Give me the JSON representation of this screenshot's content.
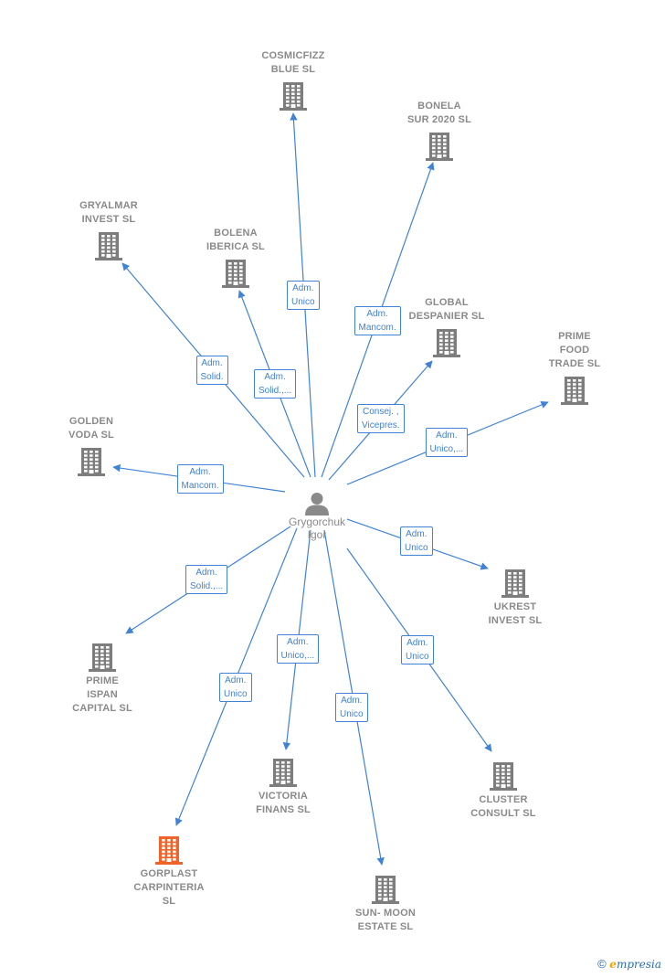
{
  "center": {
    "id": "igor",
    "lines": [
      "Grygorchuk",
      "Igor"
    ],
    "icon": "person-icon",
    "color": "#8a8a8a"
  },
  "colors": {
    "company": "#7d7d7d",
    "highlight": "#f0632a",
    "edge": "#3f82d6"
  },
  "companies": [
    {
      "id": "cosmicfizz",
      "lines": [
        "COSMICFIZZ",
        "BLUE  SL"
      ],
      "icon": "building-icon"
    },
    {
      "id": "bonela",
      "lines": [
        "BONELA",
        "SUR 2020  SL"
      ],
      "icon": "building-icon"
    },
    {
      "id": "gryalmar",
      "lines": [
        "GRYALMAR",
        "INVEST  SL"
      ],
      "icon": "building-icon"
    },
    {
      "id": "bolena",
      "lines": [
        "BOLENA",
        "IBERICA  SL"
      ],
      "icon": "building-icon"
    },
    {
      "id": "global",
      "lines": [
        "GLOBAL",
        "DESPANIER  SL"
      ],
      "icon": "building-icon"
    },
    {
      "id": "prime_food",
      "lines": [
        "PRIME",
        "FOOD",
        "TRADE  SL"
      ],
      "icon": "building-icon"
    },
    {
      "id": "golden",
      "lines": [
        "GOLDEN",
        "VODA  SL"
      ],
      "icon": "building-icon"
    },
    {
      "id": "ukrest",
      "lines": [
        "UKREST",
        "INVEST SL"
      ],
      "icon": "building-icon"
    },
    {
      "id": "prime_ispan",
      "lines": [
        "PRIME",
        "ISPAN",
        "CAPITAL SL"
      ],
      "icon": "building-icon"
    },
    {
      "id": "victoria",
      "lines": [
        "VICTORIA",
        "FINANS  SL"
      ],
      "icon": "building-icon"
    },
    {
      "id": "cluster",
      "lines": [
        "CLUSTER",
        "CONSULT  SL"
      ],
      "icon": "building-icon"
    },
    {
      "id": "gorplast",
      "lines": [
        "GORPLAST",
        "CARPINTERIA",
        "SL"
      ],
      "icon": "building-icon",
      "highlight": true
    },
    {
      "id": "sunmoon",
      "lines": [
        "SUN- MOON",
        "ESTATE  SL"
      ],
      "icon": "building-icon"
    }
  ],
  "edges": [
    {
      "to": "cosmicfizz",
      "label": [
        "Adm.",
        "Unico"
      ]
    },
    {
      "to": "bonela",
      "label": [
        "Adm.",
        "Mancom."
      ]
    },
    {
      "to": "gryalmar",
      "label": [
        "Adm.",
        "Solid."
      ]
    },
    {
      "to": "bolena",
      "label": [
        "Adm.",
        "Solid.,..."
      ]
    },
    {
      "to": "global",
      "label": [
        "Consej. ,",
        "Vicepres."
      ]
    },
    {
      "to": "prime_food",
      "label": [
        "Adm.",
        "Unico,..."
      ]
    },
    {
      "to": "golden",
      "label": [
        "Adm.",
        "Mancom."
      ]
    },
    {
      "to": "ukrest",
      "label": [
        "Adm.",
        "Unico"
      ]
    },
    {
      "to": "prime_ispan",
      "label": [
        "Adm.",
        "Solid.,..."
      ]
    },
    {
      "to": "victoria",
      "label": [
        "Adm.",
        "Unico,..."
      ]
    },
    {
      "to": "cluster",
      "label": [
        "Adm.",
        "Unico"
      ]
    },
    {
      "to": "gorplast",
      "label": [
        "Adm.",
        "Unico"
      ]
    },
    {
      "to": "sunmoon",
      "label": [
        "Adm.",
        "Unico"
      ]
    }
  ],
  "footer": {
    "copyright": "©",
    "brand_e": "e",
    "brand_rest": "mpresia"
  }
}
